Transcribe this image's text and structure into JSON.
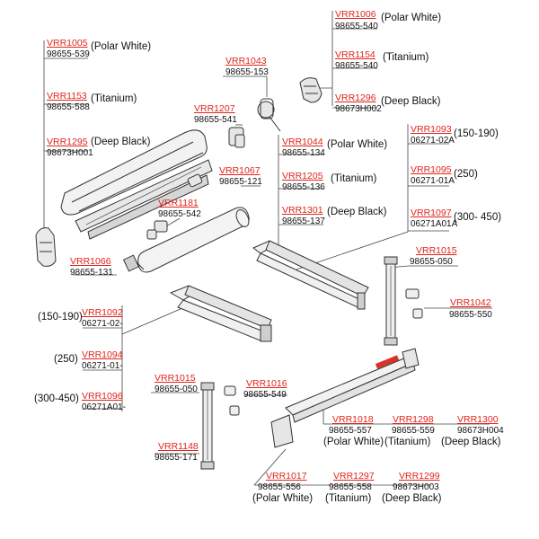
{
  "labels": {
    "vrr1005": {
      "ref": "VRR1005",
      "num": "98655-539",
      "variant": "(Polar White)"
    },
    "vrr1153": {
      "ref": "VRR1153",
      "num": "98655-588",
      "variant": "(Titanium)"
    },
    "vrr1295": {
      "ref": "VRR1295",
      "num": "98673H001",
      "variant": "(Deep Black)"
    },
    "vrr1006": {
      "ref": "VRR1006",
      "num": "98655-540",
      "variant": "(Polar White)"
    },
    "vrr1154": {
      "ref": "VRR1154",
      "num": "98655-540",
      "variant": "(Titanium)"
    },
    "vrr1296": {
      "ref": "VRR1296",
      "num": "98673H002",
      "variant": "(Deep Black)"
    },
    "vrr1043": {
      "ref": "VRR1043",
      "num": "98655-153"
    },
    "vrr1207": {
      "ref": "VRR1207",
      "num": "98655-541"
    },
    "vrr1044": {
      "ref": "VRR1044",
      "num": "98655-134",
      "variant": "(Polar White)"
    },
    "vrr1205": {
      "ref": "VRR1205",
      "num": "98655-136",
      "variant": "(Titanium)"
    },
    "vrr1301": {
      "ref": "VRR1301",
      "num": "98655-137",
      "variant": "(Deep Black)"
    },
    "vrr1067": {
      "ref": "VRR1067",
      "num": "98655-121"
    },
    "vrr1181": {
      "ref": "VRR1181",
      "num": "98655-542"
    },
    "vrr1066": {
      "ref": "VRR1066",
      "num": "98655-131"
    },
    "vrr1093": {
      "ref": "VRR1093",
      "num": "06271-02A",
      "variant": "(150-190)"
    },
    "vrr1095": {
      "ref": "VRR1095",
      "num": "06271-01A",
      "variant": "(250)"
    },
    "vrr1097": {
      "ref": "VRR1097",
      "num": "06271A01A",
      "variant": "(300- 450)"
    },
    "vrr1015a": {
      "ref": "VRR1015",
      "num": "98655-050"
    },
    "vrr1042": {
      "ref": "VRR1042",
      "num": "98655-550"
    },
    "vrr1092": {
      "ref": "VRR1092",
      "num": "06271-02-",
      "variant": "(150-190)"
    },
    "vrr1094": {
      "ref": "VRR1094",
      "num": "06271-01-",
      "variant": "(250)"
    },
    "vrr1096": {
      "ref": "VRR1096",
      "num": "06271A01-",
      "variant": "(300-450)"
    },
    "vrr1015b": {
      "ref": "VRR1015",
      "num": "98655-050"
    },
    "vrr1016": {
      "ref": "VRR1016",
      "num": "98655-549"
    },
    "vrr1148": {
      "ref": "VRR1148",
      "num": "98655-171"
    },
    "vrr1018": {
      "ref": "VRR1018",
      "num": "98655-557",
      "variant": "(Polar White)"
    },
    "vrr1298": {
      "ref": "VRR1298",
      "num": "98655-559",
      "variant": "(Titanium)"
    },
    "vrr1300": {
      "ref": "VRR1300",
      "num": "98673H004",
      "variant": "(Deep Black)"
    },
    "vrr1017": {
      "ref": "VRR1017",
      "num": "98655-556",
      "variant": "(Polar White)"
    },
    "vrr1297": {
      "ref": "VRR1297",
      "num": "98655-558",
      "variant": "(Titanium)"
    },
    "vrr1299": {
      "ref": "VRR1299",
      "num": "98673H003",
      "variant": "(Deep Black)"
    }
  },
  "colors": {
    "ref": "#e0241b",
    "text": "#111111",
    "leader": "#444444",
    "part_stroke": "#333333",
    "part_fill": "#f2f2f2",
    "part_dark": "#bdbdbd",
    "accent_red": "#d9322b"
  }
}
